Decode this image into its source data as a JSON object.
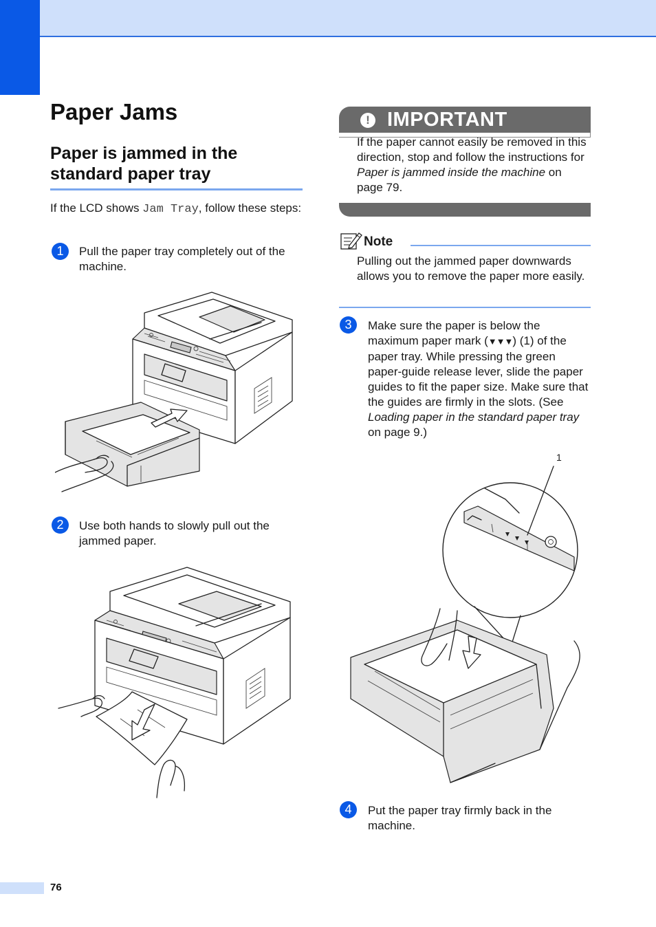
{
  "header": {
    "accent_color": "#0a59e6",
    "band_color": "#cfe0fb"
  },
  "page": {
    "title": "Paper Jams",
    "section_title": "Paper is jammed in the standard paper tray",
    "intro_before": "If the LCD shows ",
    "intro_code": "Jam Tray",
    "intro_after": ", follow these steps:",
    "page_number": "76"
  },
  "steps": [
    {
      "number": "1",
      "text": "Pull the paper tray completely out of the machine."
    },
    {
      "number": "2",
      "text": "Use both hands to slowly pull out the jammed paper."
    },
    {
      "number": "3",
      "text_a": "Make sure the paper is below the maximum paper mark (",
      "mark_symbol": "▼▼▼",
      "text_b": ") (1) of the paper tray. While pressing the green paper-guide release lever, slide the paper guides to fit the paper size. Make sure that the guides are firmly in the slots. (See ",
      "link_italic": "Loading paper in the standard paper tray",
      "text_c": " on page 9.)"
    },
    {
      "number": "4",
      "text": "Put the paper tray firmly back in the machine."
    }
  ],
  "important": {
    "icon": "exclamation-icon",
    "label": "IMPORTANT",
    "text_a": "If the paper cannot easily be removed in this direction, stop and follow the instructions for ",
    "italic": "Paper is jammed inside the machine",
    "text_b": " on page 79."
  },
  "note": {
    "icon": "pencil-note-icon",
    "label": "Note",
    "text": "Pulling out the jammed paper downwards allows you to remove the paper more easily."
  },
  "figure3": {
    "callout_label": "1"
  }
}
